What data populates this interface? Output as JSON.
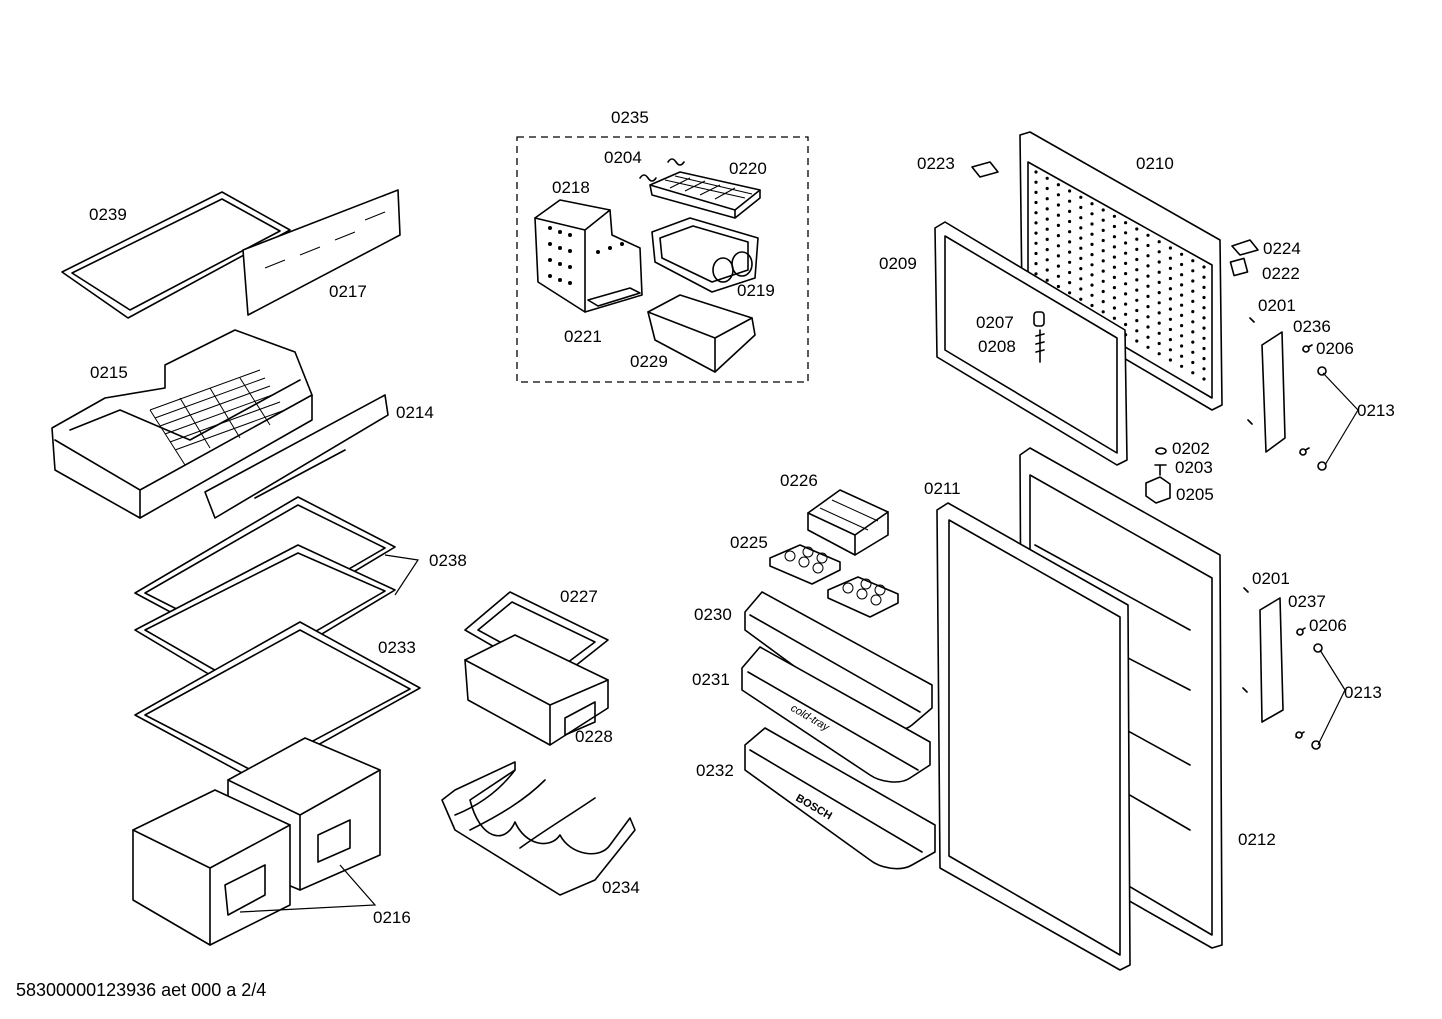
{
  "labels": {
    "p0235": "0235",
    "p0204": "0204",
    "p0220": "0220",
    "p0218": "0218",
    "p0219": "0219",
    "p0221": "0221",
    "p0229": "0229",
    "p0239": "0239",
    "p0217": "0217",
    "p0215": "0215",
    "p0214": "0214",
    "p0238": "0238",
    "p0233": "0233",
    "p0227": "0227",
    "p0228": "0228",
    "p0234": "0234",
    "p0216": "0216",
    "p0223": "0223",
    "p0210": "0210",
    "p0209": "0209",
    "p0224": "0224",
    "p0222": "0222",
    "p0201a": "0201",
    "p0236": "0236",
    "p0206a": "0206",
    "p0207": "0207",
    "p0208": "0208",
    "p0213a": "0213",
    "p0202": "0202",
    "p0203": "0203",
    "p0205": "0205",
    "p0226": "0226",
    "p0211": "0211",
    "p0225": "0225",
    "p0201b": "0201",
    "p0237": "0237",
    "p0206b": "0206",
    "p0230": "0230",
    "p0231": "0231",
    "p0213b": "0213",
    "p0232": "0232",
    "p0212": "0212"
  },
  "embossed": {
    "cold_tray": "cold-tray",
    "brand": "BOSCH"
  },
  "footer": "58300000123936 aet 000 a 2/4"
}
